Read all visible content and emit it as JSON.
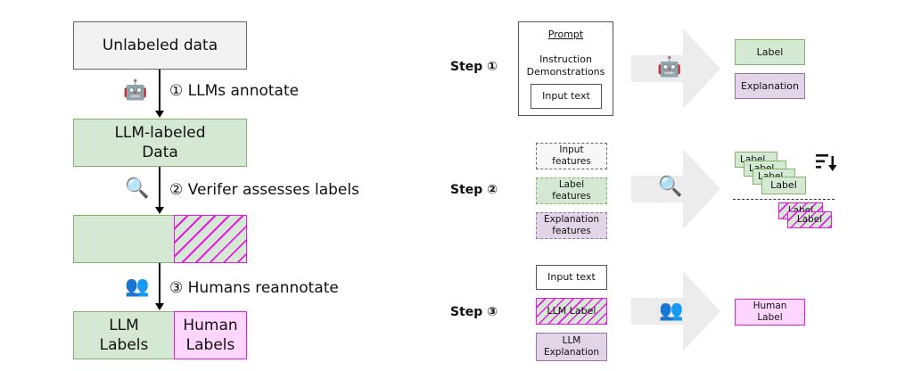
{
  "left": {
    "unlabeled": "Unlabeled data",
    "step1_label": "① LLMs annotate",
    "llm_labeled": [
      "LLM-labeled",
      "Data"
    ],
    "step2_label": "② Verifer assesses labels",
    "step3_label": "③ Humans reannotate",
    "llm_labels": [
      "LLM",
      "Labels"
    ],
    "human_labels": [
      "Human",
      "Labels"
    ]
  },
  "right": {
    "step1": {
      "step": "Step ①",
      "prompt_title": "Prompt",
      "prompt_lines": [
        "Instruction",
        "Demonstrations"
      ],
      "input_text": "Input text",
      "label": "Label",
      "explanation": "Explanation"
    },
    "step2": {
      "step": "Step ②",
      "input_features": [
        "Input",
        "features"
      ],
      "label_features": [
        "Label",
        "features"
      ],
      "explanation_features": [
        "Explanation",
        "features"
      ],
      "stack_label": "Label",
      "low_label": "Label"
    },
    "step3": {
      "step": "Step ③",
      "input_text": "Input text",
      "llm_label": "LLM Label",
      "llm_explanation": [
        "LLM",
        "Explanation"
      ],
      "human_label": [
        "Human",
        "Label"
      ]
    }
  },
  "icons": {
    "robot": "robot-icon",
    "magnifier": "magnifier-icon",
    "humans": "humans-icon",
    "sort": "sort-descending-icon"
  }
}
